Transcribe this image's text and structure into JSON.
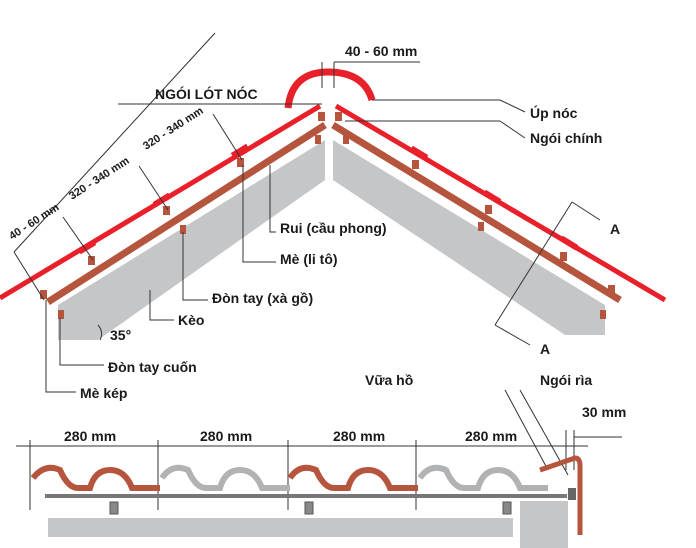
{
  "labels": {
    "ridge_gap": "40 - 60 mm",
    "ngoi_lot_noc": "NGÓI LÓT NÓC",
    "up_noc": "Úp nóc",
    "ngoi_chinh": "Ngói chính",
    "section_a_top": "A",
    "section_a_bottom": "A",
    "rui": "Rui (cầu phong)",
    "me": "Mè (li tô)",
    "don_tay": "Đòn tay (xà gồ)",
    "keo": "Kèo",
    "angle": "35°",
    "don_tay_cuon": "Đòn tay cuốn",
    "me_kep": "Mè kép",
    "vua_ho": "Vữa hồ",
    "ngoi_ria": "Ngói rìa",
    "edge_gap": "30 mm"
  },
  "slope_dims": [
    "40 - 60 mm",
    "320 - 340 mm",
    "320 - 340 mm"
  ],
  "bottom_dims": [
    "280 mm",
    "280 mm",
    "280 mm",
    "280 mm"
  ],
  "colors": {
    "tile_red": "#e8202a",
    "rafter_brown": "#b5553e",
    "gray": "#c4c6c8"
  }
}
